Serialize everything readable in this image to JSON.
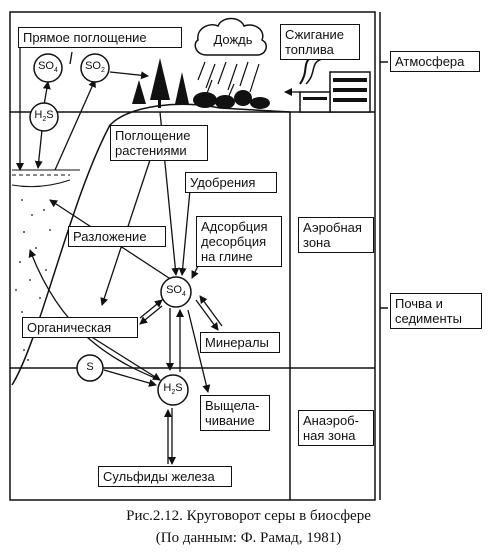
{
  "labels": {
    "direct_absorption": "Прямое поглощение",
    "rain": "Дождь",
    "fuel_burning": "Сжигание\nтоплива",
    "atmosphere": "Атмосфера",
    "plant_uptake": "Поглощение\nрастениями",
    "fertilizers": "Удобрения",
    "decomposition": "Разложение",
    "adsorption": "Адсорбция\nдесорбция\nна глине",
    "aerobic_zone": "Аэробная\nзона",
    "soil_sediments": "Почва и\nседименты",
    "organic": "Органическая",
    "minerals": "Минералы",
    "leaching": "Выщела-\nчивание",
    "anaerobic_zone": "Анаэроб-\nная зона",
    "iron_sulfides": "Сульфиды железа"
  },
  "compounds": {
    "so4_top": {
      "main": "SO",
      "sub": "4"
    },
    "so2": {
      "main": "SO",
      "sub": "2"
    },
    "h2s_top": {
      "main": "H",
      "sub": "2",
      "tail": "S"
    },
    "so4_center": {
      "main": "SO",
      "sub": "4"
    },
    "s": {
      "main": "S"
    },
    "h2s_bottom": {
      "main": "H",
      "sub": "2",
      "tail": "S"
    }
  },
  "caption": {
    "line1": "Рис.2.12. Круговорот серы в биосфере",
    "line2": "(По данным: Ф. Рамад, 1981)"
  }
}
